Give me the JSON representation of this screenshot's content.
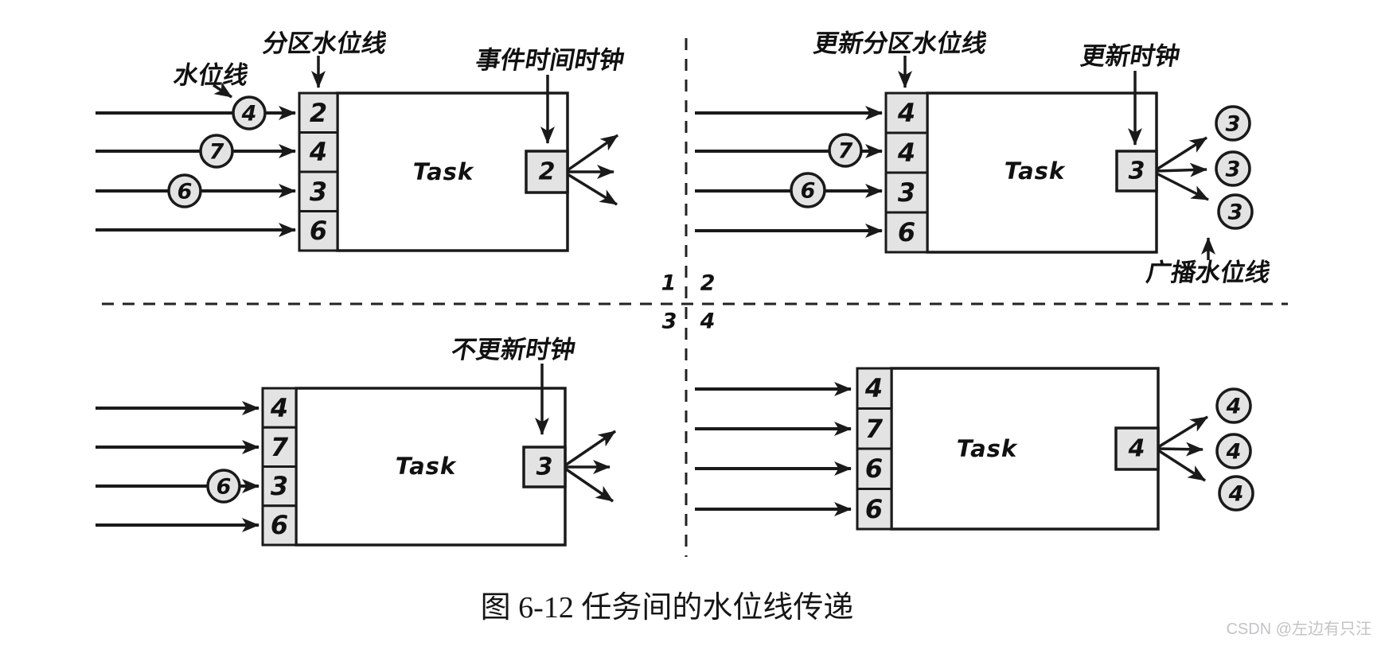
{
  "figure": {
    "caption": "图 6-12  任务间的水位线传递",
    "watermark": "CSDN @左边有只汪"
  },
  "task_label": "Task",
  "markers": {
    "q1": "1",
    "q2": "2",
    "q3": "3",
    "q4": "4"
  },
  "q1": {
    "labels": {
      "watermark": "水位线",
      "partition": "分区水位线",
      "clock": "事件时间时钟"
    },
    "slots": [
      "2",
      "4",
      "3",
      "6"
    ],
    "circles": [
      "4",
      "7",
      "6"
    ],
    "clock": "2"
  },
  "q2": {
    "labels": {
      "partition": "更新分区水位线",
      "clock": "更新时钟",
      "broadcast": "广播水位线"
    },
    "slots": [
      "4",
      "4",
      "3",
      "6"
    ],
    "circles": [
      "7",
      "6"
    ],
    "clock": "3",
    "outputs": [
      "3",
      "3",
      "3"
    ]
  },
  "q3": {
    "labels": {
      "clock": "不更新时钟"
    },
    "slots": [
      "4",
      "7",
      "3",
      "6"
    ],
    "circles": [
      "6"
    ],
    "clock": "3"
  },
  "q4": {
    "slots": [
      "4",
      "7",
      "6",
      "6"
    ],
    "clock": "4",
    "outputs": [
      "4",
      "4",
      "4"
    ]
  },
  "colors": {
    "ink": "#1a1a1a",
    "panel_fill": "#e3e3e3",
    "background": "#ffffff",
    "watermark_gray": "#c3c3c7"
  }
}
